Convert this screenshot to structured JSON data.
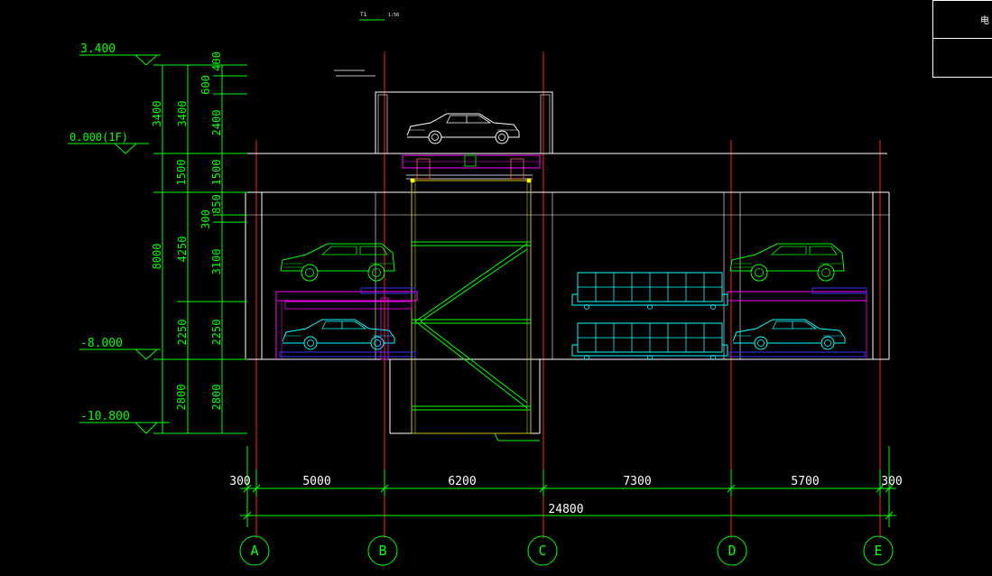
{
  "drawing": {
    "title_note": "T1",
    "title_note_scale": "1:50",
    "upper_note": "",
    "corner_panel": {
      "top_text": "电",
      "bottom_text": ""
    }
  },
  "levels": [
    {
      "label": "3.400"
    },
    {
      "label": "0.000(1F)"
    },
    {
      "label": "-8.000"
    },
    {
      "label": "-10.800"
    }
  ],
  "vertical_dims": {
    "outer": [
      "3400",
      "1500",
      "8000",
      "2800"
    ],
    "middle": [
      "3400",
      "4250",
      "2250"
    ],
    "inner": [
      "400",
      "600",
      "2400",
      "1500",
      "850",
      "300",
      "3100",
      "2250",
      "2800"
    ]
  },
  "horizontal_dims": {
    "segments": [
      "300",
      "5000",
      "6200",
      "7300",
      "5700",
      "300"
    ],
    "total": "24800"
  },
  "axes": [
    "A",
    "B",
    "C",
    "D",
    "E"
  ],
  "colors": {
    "dimension": "#00ff00",
    "axis_line": "#ff2020",
    "structure": "#ffffff",
    "car_lift": "#00ff00",
    "pallet": "#ff00ff",
    "pallet_blue": "#3333ff",
    "trolley": "#00ffff",
    "frame": "#c8c800"
  },
  "icons": [
    "car-sedan-icon",
    "car-suv-icon",
    "parking-trolley-icon"
  ]
}
